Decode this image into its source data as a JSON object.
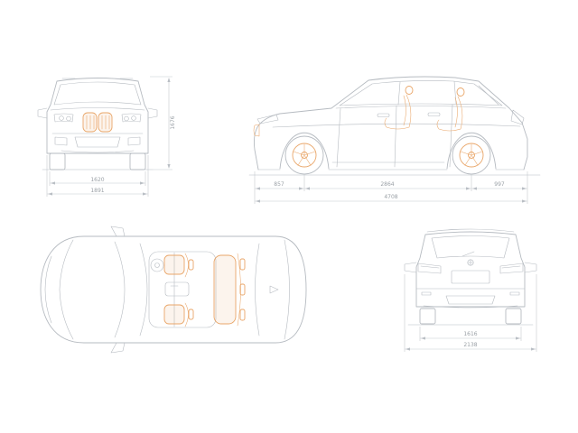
{
  "colors": {
    "line": "#b6bbc1",
    "accent": "#e9a669",
    "dim_line": "#c6cacf",
    "dim_text": "#9aa0a6",
    "background": "#ffffff"
  },
  "views": {
    "front": {
      "dims": {
        "height": "1676",
        "track_width": "1620",
        "overall_width": "1891"
      }
    },
    "side": {
      "dims": {
        "front_overhang": "857",
        "wheelbase": "2864",
        "rear_overhang": "997",
        "overall_length": "4708"
      }
    },
    "top": {
      "dims": {}
    },
    "rear": {
      "dims": {
        "track_width": "1616",
        "width_incl_mirrors": "2138"
      }
    }
  }
}
